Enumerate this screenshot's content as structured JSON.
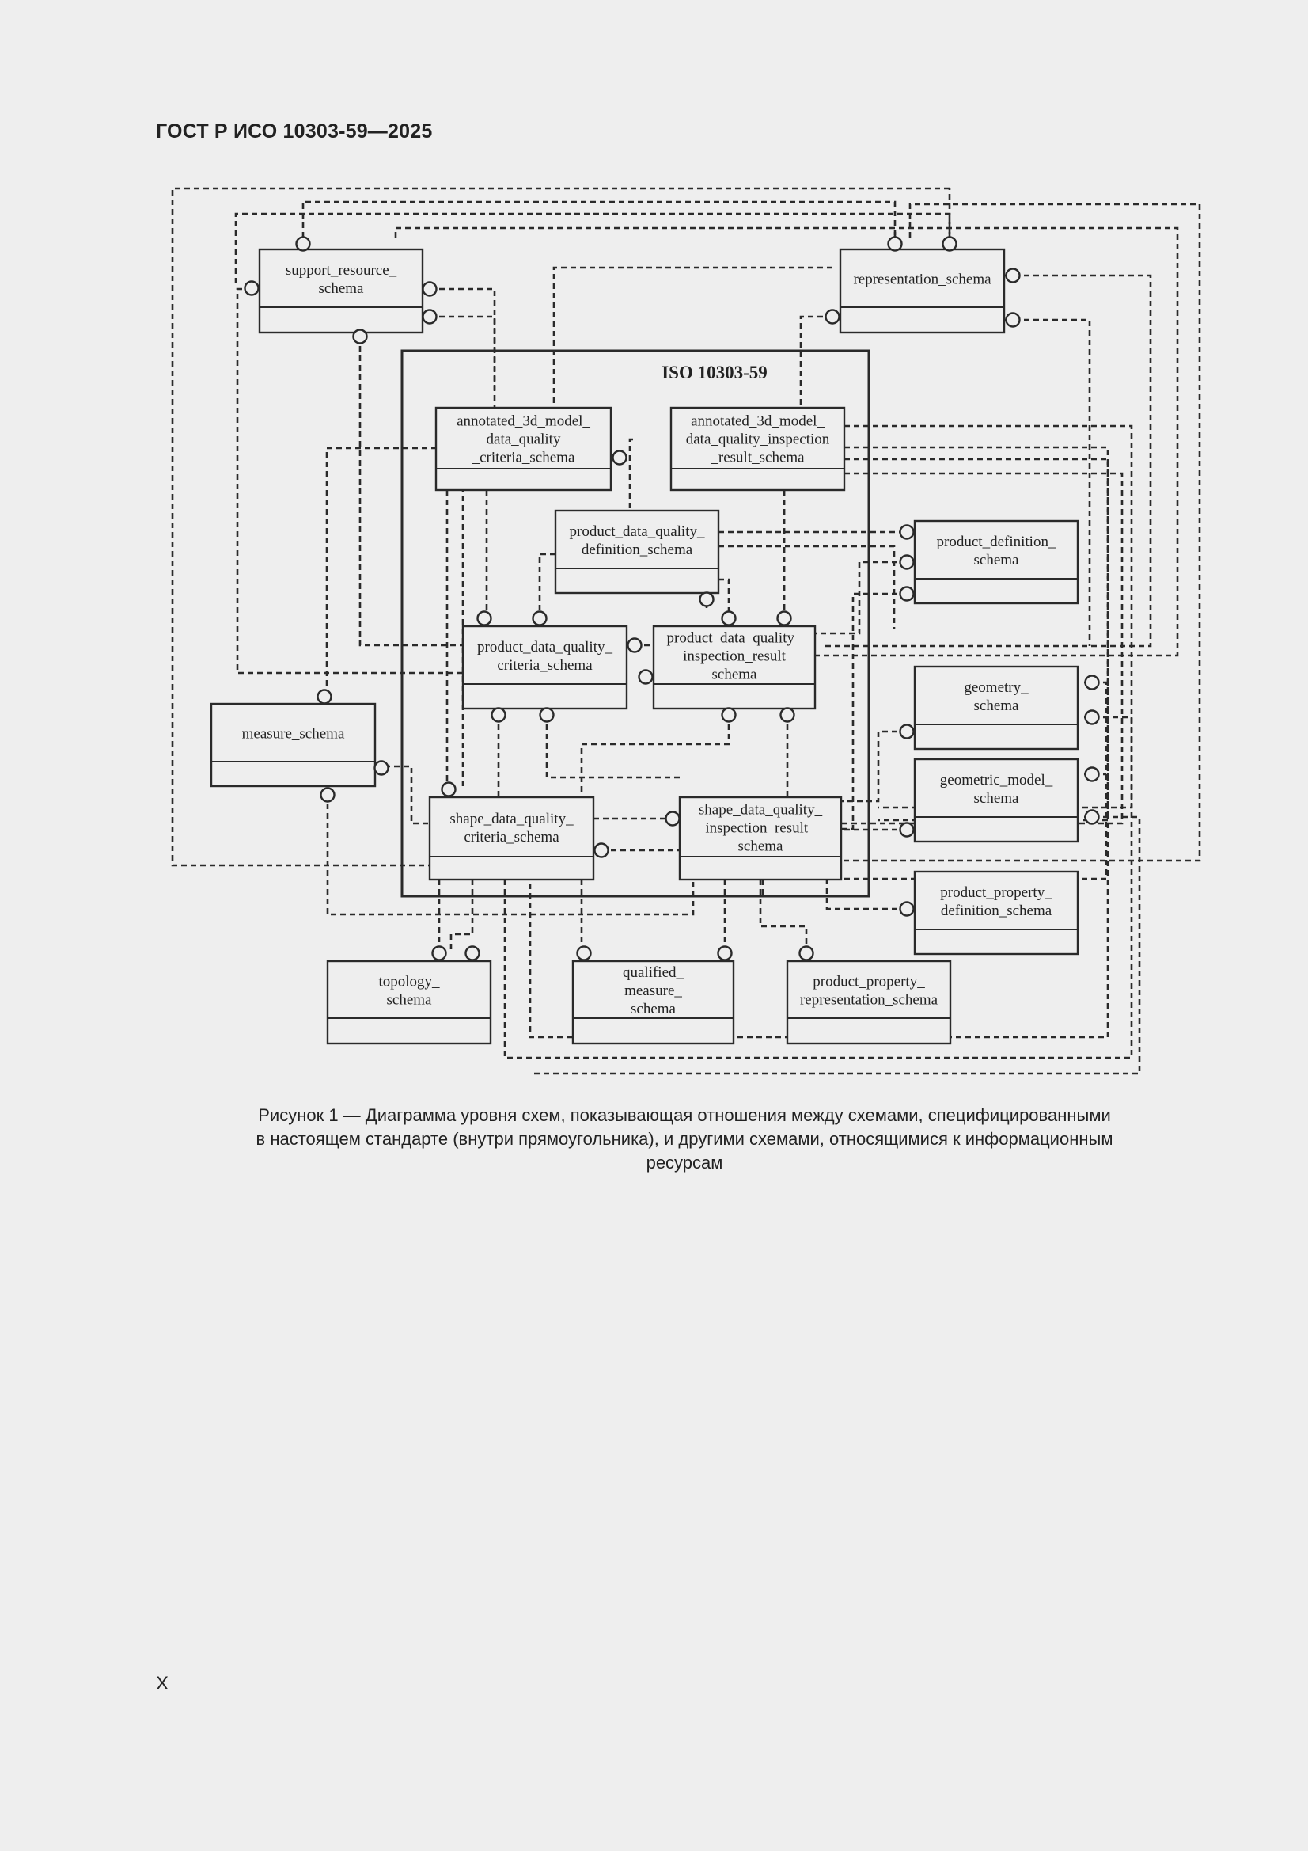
{
  "header": {
    "text": "ГОСТ Р ИСО 10303-59—2025"
  },
  "diagram": {
    "frame_title": "ISO 10303-59",
    "schemas": {
      "support_resource": [
        "support_resource_",
        "schema"
      ],
      "representation": [
        "representation_schema"
      ],
      "annotated_criteria": [
        "annotated_3d_model_",
        "data_quality",
        "_criteria_schema"
      ],
      "annotated_inspection": [
        "annotated_3d_model_",
        "data_quality_inspection",
        "_result_schema"
      ],
      "pdq_definition": [
        "product_data_quality_",
        "definition_schema"
      ],
      "product_definition": [
        "product_definition_",
        "schema"
      ],
      "pdq_criteria": [
        "product_data_quality_",
        "criteria_schema"
      ],
      "pdq_inspection": [
        "product_data_quality_",
        "inspection_result",
        "schema"
      ],
      "geometry": [
        "geometry_",
        "schema"
      ],
      "measure": [
        "measure_schema"
      ],
      "geometric_model": [
        "geometric_model_",
        "schema"
      ],
      "shape_criteria": [
        "shape_data_quality_",
        "criteria_schema"
      ],
      "shape_inspection": [
        "shape_data_quality_",
        "inspection_result_",
        "schema"
      ],
      "product_property_definition": [
        "product_property_",
        "definition_schema"
      ],
      "topology": [
        "topology_",
        "schema"
      ],
      "qualified_measure": [
        "qualified_",
        "measure_",
        "schema"
      ],
      "product_property_representation": [
        "product_property_",
        "representation_schema"
      ]
    }
  },
  "caption": {
    "line1": "Рисунок 1 — Диаграмма уровня схем, показывающая отношения между схемами, специфицированными",
    "line2": "в настоящем стандарте (внутри прямоугольника), и другими схемами, относящимися к информационным",
    "line3": "ресурсам"
  },
  "page_number": "X"
}
